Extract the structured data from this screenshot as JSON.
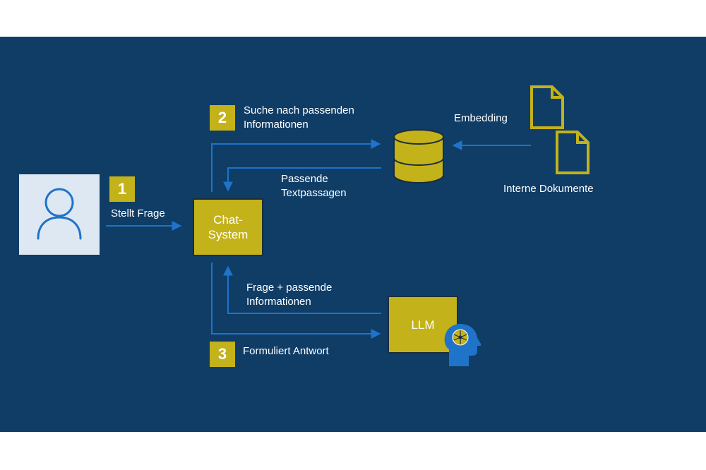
{
  "steps": {
    "one": "1",
    "two": "2",
    "three": "3"
  },
  "nodes": {
    "chat_line1": "Chat-",
    "chat_line2": "System",
    "llm": "LLM"
  },
  "labels": {
    "stellt_frage": "Stellt Frage",
    "suche_line1": "Suche nach passenden",
    "suche_line2": "Informationen",
    "passende_line1": "Passende",
    "passende_line2": "Textpassagen",
    "embedding": "Embedding",
    "interne_dokumente": "Interne Dokumente",
    "frage_line1": "Frage + passende",
    "frage_line2": "Informationen",
    "formuliert": "Formuliert Antwort"
  },
  "icons": {
    "user": "user-icon",
    "database": "database-icon",
    "document": "document-icon",
    "ai_head": "ai-head-icon"
  },
  "colors": {
    "background": "#0f3d66",
    "accent": "#c4b21a",
    "arrow": "#1f73c9",
    "user_box": "#dde8f3"
  }
}
